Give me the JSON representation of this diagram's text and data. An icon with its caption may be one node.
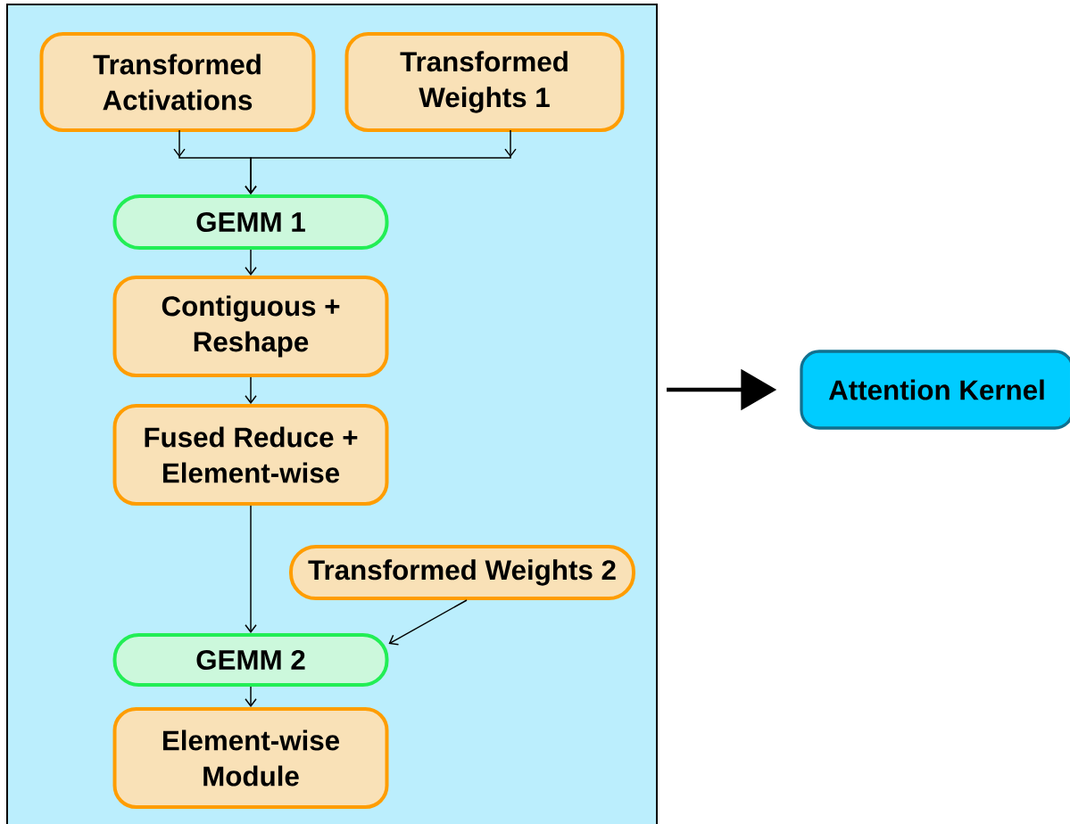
{
  "diagram": {
    "nodes": [
      {
        "text": [],
        "shape": "box"
      },
      {
        "text": [
          "Transformed Activations"
        ],
        "in": 0
      },
      {
        "text": [
          "Transformed Weights 1"
        ],
        "in": 0
      },
      {
        "text": [
          "GEMM 1"
        ],
        "in": 0
      },
      {
        "text": [
          "Contiguous + Reshape"
        ],
        "in": 0
      },
      {
        "text": [
          "Fused Reduce + Element-wise"
        ],
        "in": 0
      },
      {
        "text": [
          "Transformed Weights 2"
        ],
        "in": 0
      },
      {
        "text": [
          "GEMM 2"
        ],
        "in": 0
      },
      {
        "text": [
          "Element-wise Module"
        ],
        "in": 0
      },
      {
        "text": [
          "Attention Kernel"
        ]
      }
    ],
    "edges": [
      {
        "from": 1,
        "to": 3,
        "arrow": "to"
      },
      {
        "from": 2,
        "to": 3,
        "arrow": "to"
      },
      {
        "from": 3,
        "to": 4,
        "arrow": "to"
      },
      {
        "from": 4,
        "to": 5,
        "arrow": "to"
      },
      {
        "from": 5,
        "to": 7,
        "arrow": "to"
      },
      {
        "from": 6,
        "to": 7,
        "arrow": "to"
      },
      {
        "from": 7,
        "to": 8,
        "arrow": "to"
      },
      {
        "from": 0,
        "to": 9,
        "arrow": "to",
        "style": "thick"
      }
    ]
  }
}
